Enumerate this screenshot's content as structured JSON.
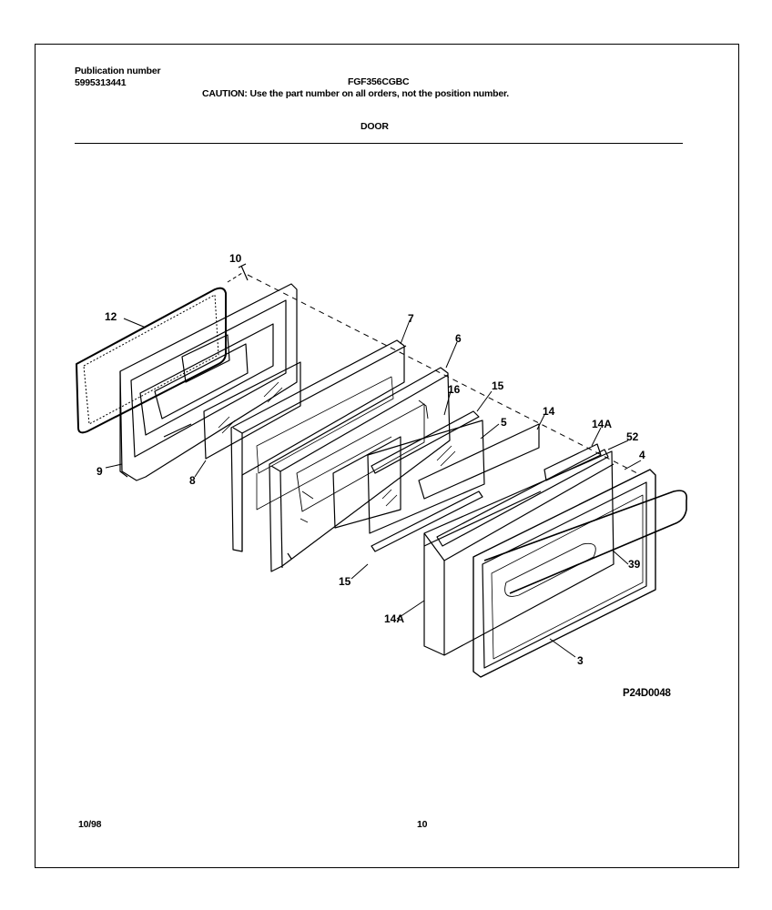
{
  "header": {
    "publication_label": "Publication number",
    "publication_number": "5995313441",
    "model": "FGF356CGBC",
    "caution": "CAUTION:  Use the part number on all orders, not the position number.",
    "section_title": "DOOR"
  },
  "diagram": {
    "code": "P24D0048",
    "callouts": [
      "10",
      "12",
      "7",
      "6",
      "16",
      "15",
      "5",
      "14",
      "14A",
      "52",
      "4",
      "9",
      "8",
      "39",
      "15",
      "14A",
      "3"
    ]
  },
  "footer": {
    "date": "10/98",
    "page": "10"
  }
}
